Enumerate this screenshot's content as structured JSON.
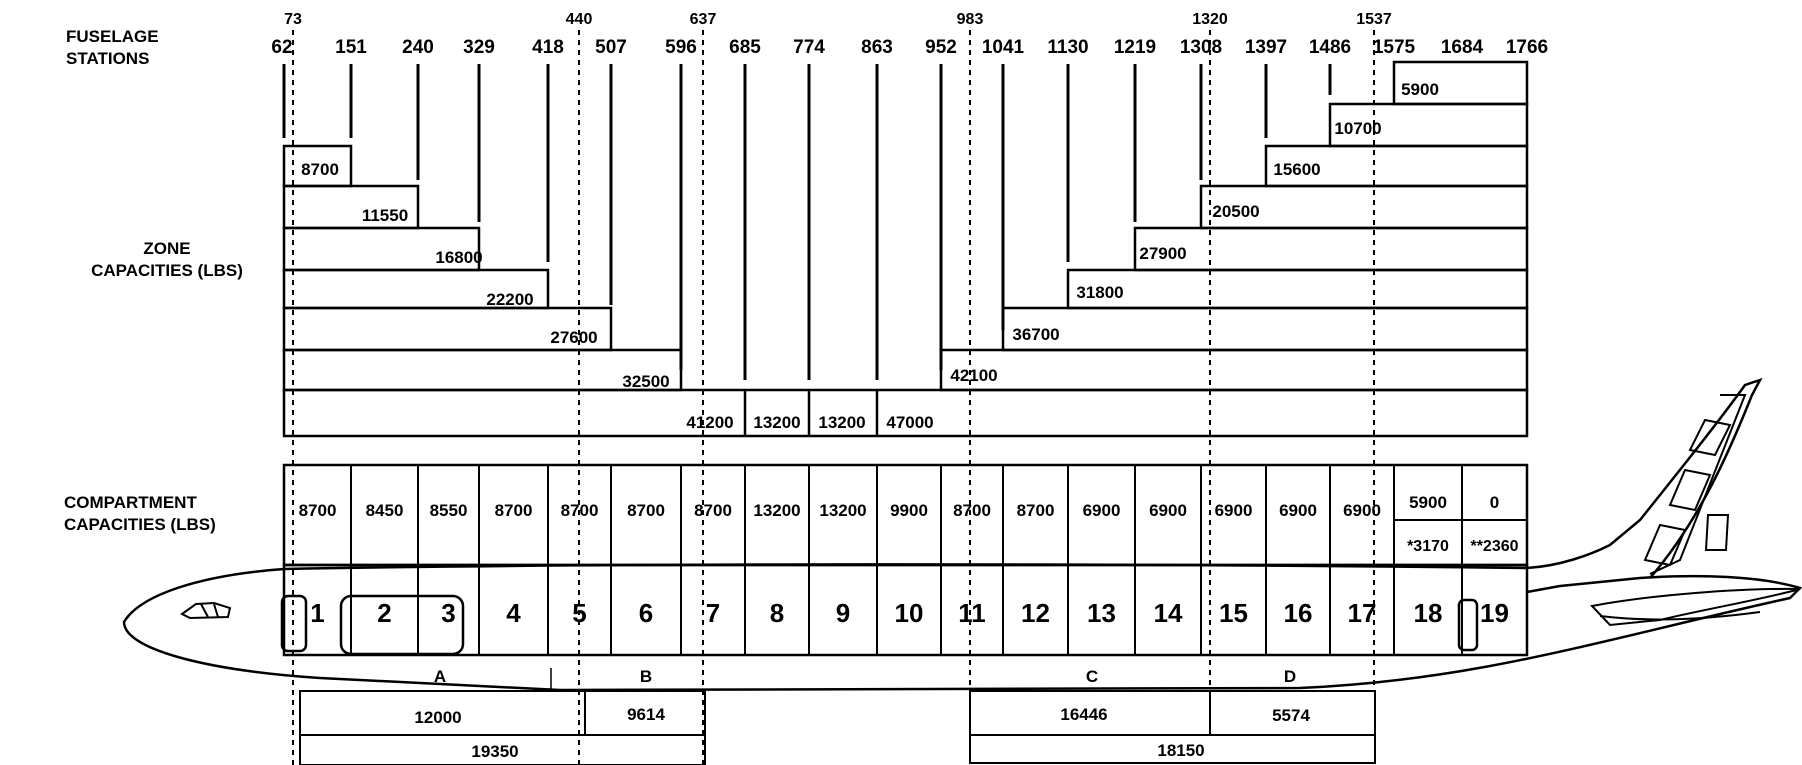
{
  "sections": {
    "fuselage_stations": [
      "FUSELAGE",
      "STATIONS"
    ],
    "zone_capacities": [
      "ZONE",
      "CAPACITIES (LBS)"
    ],
    "compartment_capacities": [
      "COMPARTMENT",
      "CAPACITIES (LBS)"
    ]
  },
  "stations": [
    "62",
    "151",
    "240",
    "329",
    "418",
    "507",
    "596",
    "685",
    "774",
    "863",
    "952",
    "1041",
    "1130",
    "1219",
    "1308",
    "1397",
    "1486",
    "1575",
    "1684",
    "1766"
  ],
  "reference_stations": [
    "73",
    "440",
    "637",
    "983",
    "1320",
    "1537"
  ],
  "zone_capacities": {
    "fwd": [
      "8700",
      "11550",
      "16800",
      "22200",
      "27600",
      "32500",
      "41200"
    ],
    "center": [
      "13200",
      "13200",
      "47000"
    ],
    "aft": [
      "42100",
      "36700",
      "31800",
      "27900",
      "20500",
      "15600",
      "10700",
      "5900"
    ]
  },
  "compartment_capacities": [
    "8700",
    "8450",
    "8550",
    "8700",
    "8700",
    "8700",
    "8700",
    "13200",
    "13200",
    "9900",
    "8700",
    "8700",
    "6900",
    "6900",
    "6900",
    "6900",
    "6900",
    "5900",
    "0"
  ],
  "compartment_sub_capacities": [
    "*3170",
    "**2360"
  ],
  "compartment_numbers": [
    "1",
    "2",
    "3",
    "4",
    "5",
    "6",
    "7",
    "8",
    "9",
    "10",
    "11",
    "12",
    "13",
    "14",
    "15",
    "16",
    "17",
    "18",
    "19"
  ],
  "groups": {
    "A": {
      "label": "A",
      "capacity": "12000"
    },
    "B": {
      "label": "B",
      "capacity": "9614"
    },
    "AB_total": "19350",
    "C": {
      "label": "C",
      "capacity": "16446"
    },
    "D": {
      "label": "D",
      "capacity": "5574"
    },
    "CD_total": "18150"
  }
}
